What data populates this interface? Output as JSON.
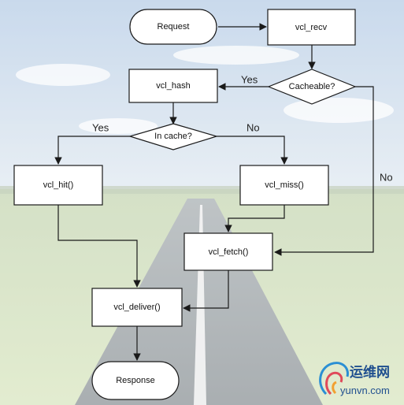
{
  "diagram": {
    "nodes": {
      "request": "Request",
      "vcl_recv": "vcl_recv",
      "cacheable": "Cacheable?",
      "vcl_hash": "vcl_hash",
      "in_cache": "In cache?",
      "vcl_hit": "vcl_hit()",
      "vcl_miss": "vcl_miss()",
      "vcl_fetch": "vcl_fetch()",
      "vcl_deliver": "vcl_deliver()",
      "response": "Response"
    },
    "edge_labels": {
      "cacheable_yes": "Yes",
      "cacheable_no": "No",
      "in_cache_yes": "Yes",
      "in_cache_no": "No"
    }
  },
  "watermark": {
    "text_cn": "运维网",
    "text_en": "yunvn.com"
  },
  "colors": {
    "sky_top": "#b9cfe6",
    "sky_bottom": "#eef2f4",
    "field": "#c9d9a9",
    "road": "#9aa0a2",
    "box_fill": "#ffffff",
    "stroke": "#1a1a1a"
  }
}
